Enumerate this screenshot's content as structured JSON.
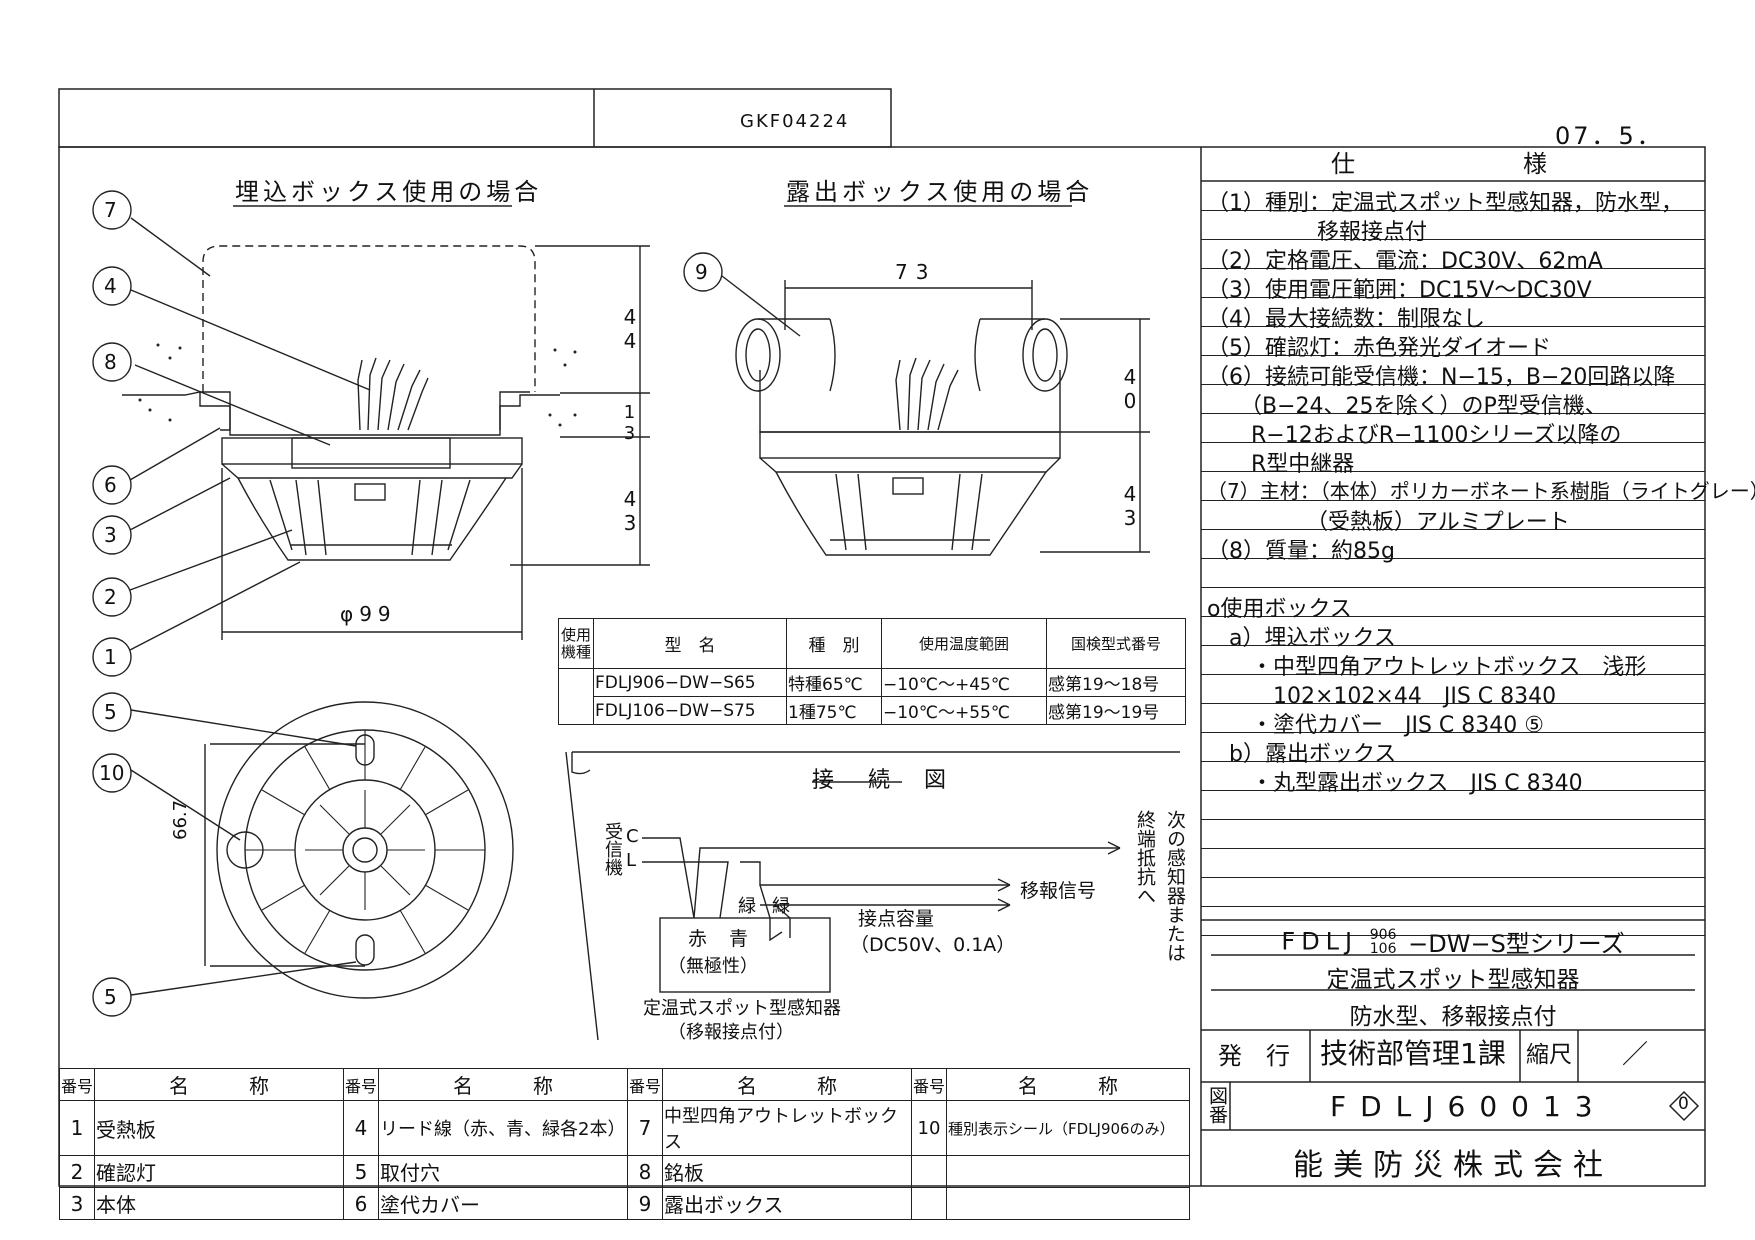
{
  "header": {
    "doc_code": "GKF04224",
    "date": "07．5．"
  },
  "views": {
    "embedded_title": "埋込ボックス使用の場合",
    "exposed_title": "露出ボックス使用の場合",
    "callouts": [
      "7",
      "4",
      "8",
      "6",
      "3",
      "2",
      "1",
      "9",
      "5",
      "10",
      "5"
    ],
    "dims": {
      "d44": "44",
      "d13": "13",
      "d43a": "43",
      "d99": "φ99",
      "d73": "73",
      "d40": "40",
      "d43b": "43",
      "d667": "66.7"
    }
  },
  "model_table": {
    "headers": [
      "使用機種",
      "型　名",
      "種　別",
      "使用温度範囲",
      "国検型式番号"
    ],
    "rows": [
      [
        "",
        "FDLJ906−DW−S65",
        "特種65℃",
        "−10℃〜+45℃",
        "感第19〜18号"
      ],
      [
        "",
        "FDLJ106−DW−S75",
        "1種75℃",
        "−10℃〜+55℃",
        "感第19〜19号"
      ]
    ]
  },
  "wiring": {
    "title": "接　続　図",
    "receiver": "受信機",
    "c": "C",
    "l": "L",
    "next": "次の感知器または",
    "terminal": "終端抵抗へ",
    "relay_signal": "移報信号",
    "green1": "緑",
    "green2": "緑",
    "red_blue": "赤 青",
    "nonpolar": "（無極性）",
    "contact_capacity": "接点容量",
    "contact_rating": "（DC50V、0.1A）",
    "detector_label": "定温式スポット型感知器",
    "detector_sub": "（移報接点付）"
  },
  "spec": {
    "title": "仕　　　　　　　様",
    "lines": [
      "（1）種別：定温式スポット型感知器，防水型，",
      "　　　　　移報接点付",
      "（2）定格電圧、電流：DC30V、62mA",
      "（3）使用電圧範囲：DC15V〜DC30V",
      "（4）最大接続数：制限なし",
      "（5）確認灯：赤色発光ダイオード",
      "（6）接続可能受信機：N−15，B−20回路以降",
      "　　（B−24、25を除く）のP型受信機、",
      "　　R−12およびR−1100シリーズ以降の",
      "　　R型中継器",
      "（7）主材：（本体）ポリカーボネート系樹脂（ライトグレー）",
      "　　　　　（受熱板）アルミプレート",
      "（8）質量：約85g",
      "",
      "o使用ボックス",
      "　a）埋込ボックス",
      "　　・中型四角アウトレットボックス　浅形",
      "　　　102×102×44　JIS C 8340",
      "　　・塗代カバー　JIS C 8340 ⑤",
      "　b）露出ボックス",
      "　　・丸型露出ボックス　JIS C 8340",
      "",
      "",
      "",
      "",
      ""
    ]
  },
  "title_block": {
    "series_prefix": "FDLJ",
    "series_top": "906",
    "series_bottom": "106",
    "series_suffix": "−DW−S型シリーズ",
    "line2": "定温式スポット型感知器",
    "line3": "防水型、移報接点付",
    "issue_label": "発　行",
    "issuer": "技術部管理1課",
    "scale_label": "縮尺",
    "scale_value": "／",
    "drawing_no_label": "図番",
    "drawing_no": "FDLJ60013",
    "revision": "0",
    "company": "能美防災株式会社"
  },
  "parts": {
    "header_no": "番号",
    "header_name": "名　　　称",
    "items": [
      {
        "no": "1",
        "name": "受熱板"
      },
      {
        "no": "2",
        "name": "確認灯"
      },
      {
        "no": "3",
        "name": "本体"
      },
      {
        "no": "4",
        "name": "リード線（赤、青、緑各2本）"
      },
      {
        "no": "5",
        "name": "取付穴"
      },
      {
        "no": "6",
        "name": "塗代カバー"
      },
      {
        "no": "7",
        "name": "中型四角アウトレットボックス"
      },
      {
        "no": "8",
        "name": "銘板"
      },
      {
        "no": "9",
        "name": "露出ボックス"
      },
      {
        "no": "10",
        "name": "種別表示シール（FDLJ906のみ）"
      }
    ]
  }
}
